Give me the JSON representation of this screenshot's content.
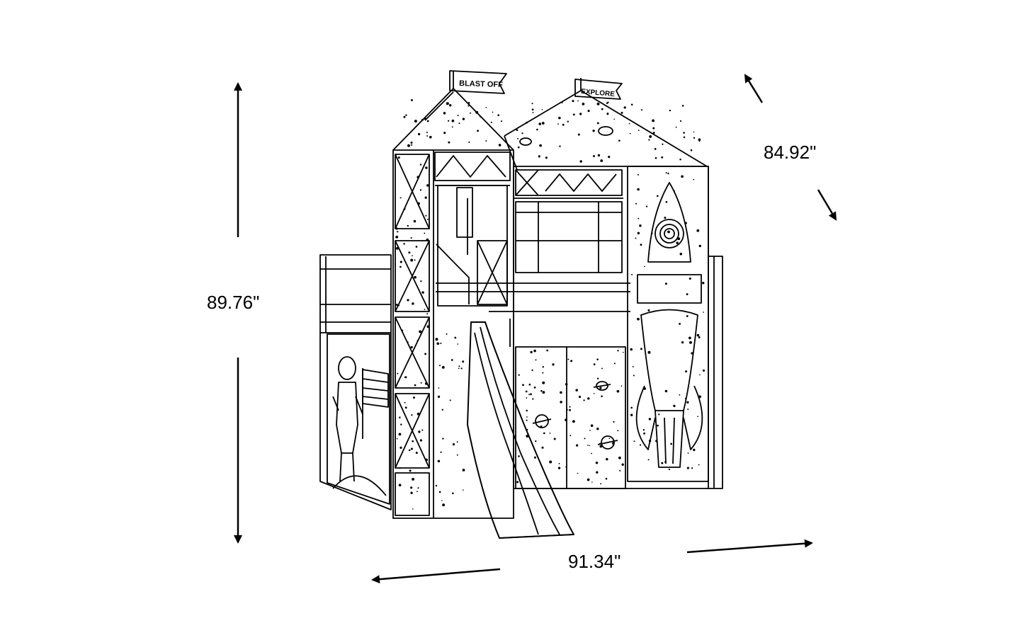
{
  "dimensions": {
    "height": "89.76\"",
    "depth": "84.92\"",
    "width": "91.34\""
  },
  "flags": {
    "left": "BLAST OFF",
    "right": "EXPLORE"
  },
  "colors": {
    "line": "#000000",
    "background": "#ffffff"
  }
}
